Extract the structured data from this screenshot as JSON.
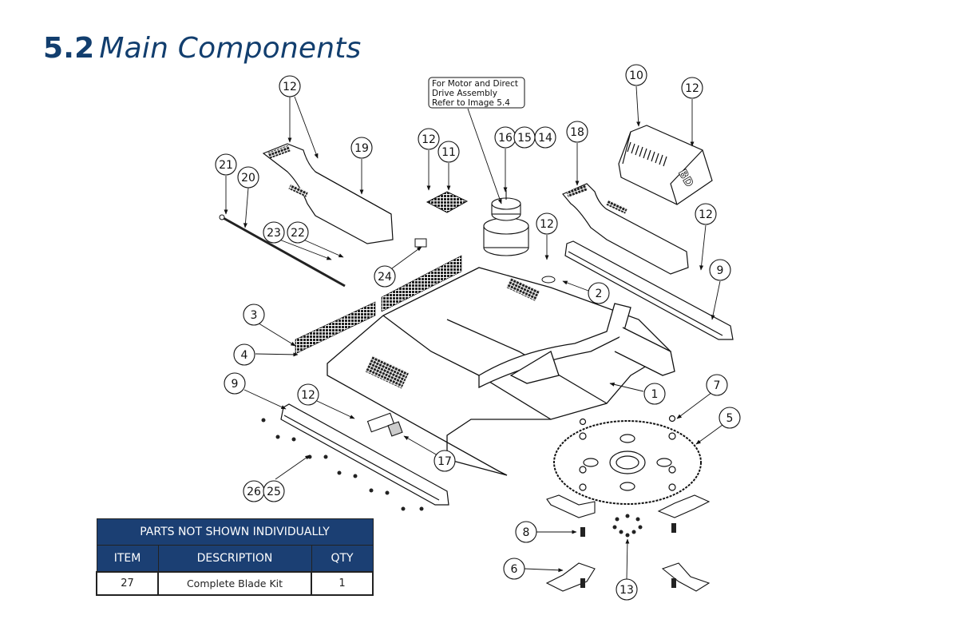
{
  "header": {
    "section_number": "5.2",
    "section_title": "Main Components",
    "accent_color": "#123e6e"
  },
  "note": {
    "lines": [
      "For Motor and Direct",
      "Drive Assembly",
      "Refer to Image 5.4"
    ]
  },
  "callouts": [
    {
      "label": "12",
      "name": "callout-12-top-left"
    },
    {
      "label": "19",
      "name": "callout-19"
    },
    {
      "label": "21",
      "name": "callout-21"
    },
    {
      "label": "20",
      "name": "callout-20"
    },
    {
      "label": "23",
      "name": "callout-23"
    },
    {
      "label": "22",
      "name": "callout-22"
    },
    {
      "label": "24",
      "name": "callout-24"
    },
    {
      "label": "12",
      "name": "callout-12-grate"
    },
    {
      "label": "11",
      "name": "callout-11"
    },
    {
      "label": "16",
      "name": "callout-16"
    },
    {
      "label": "15",
      "name": "callout-15"
    },
    {
      "label": "14",
      "name": "callout-14"
    },
    {
      "label": "18",
      "name": "callout-18"
    },
    {
      "label": "10",
      "name": "callout-10"
    },
    {
      "label": "12",
      "name": "callout-12-top-right"
    },
    {
      "label": "12",
      "name": "callout-12-mid"
    },
    {
      "label": "12",
      "name": "callout-12-right"
    },
    {
      "label": "9",
      "name": "callout-9-right"
    },
    {
      "label": "2",
      "name": "callout-2"
    },
    {
      "label": "3",
      "name": "callout-3"
    },
    {
      "label": "4",
      "name": "callout-4"
    },
    {
      "label": "9",
      "name": "callout-9-left"
    },
    {
      "label": "12",
      "name": "callout-12-lower"
    },
    {
      "label": "1",
      "name": "callout-1"
    },
    {
      "label": "7",
      "name": "callout-7"
    },
    {
      "label": "5",
      "name": "callout-5"
    },
    {
      "label": "17",
      "name": "callout-17"
    },
    {
      "label": "26",
      "name": "callout-26"
    },
    {
      "label": "25",
      "name": "callout-25"
    },
    {
      "label": "8",
      "name": "callout-8"
    },
    {
      "label": "6",
      "name": "callout-6"
    },
    {
      "label": "13",
      "name": "callout-13"
    }
  ],
  "parts_table": {
    "title": "PARTS NOT SHOWN INDIVIDUALLY",
    "columns": [
      "ITEM",
      "DESCRIPTION",
      "QTY"
    ],
    "rows": [
      {
        "item": "27",
        "description": "Complete Blade Kit",
        "qty": "1"
      }
    ],
    "header_color": "#1b3f73"
  }
}
